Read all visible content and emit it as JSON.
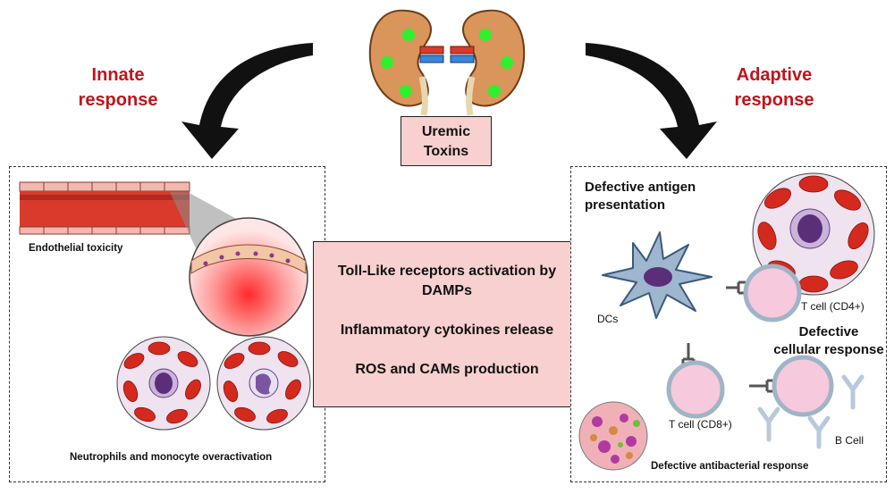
{
  "headings": {
    "innate_line1": "Innate",
    "innate_line2": "response",
    "adaptive_line1": "Adaptive",
    "adaptive_line2": "response"
  },
  "source": {
    "line1": "Uremic",
    "line2": "Toxins"
  },
  "center": {
    "item1_line1": "Toll-Like receptors activation by",
    "item1_line2": "DAMPs",
    "item2": "Inflammatory cytokines release",
    "item3": "ROS and CAMs production"
  },
  "innate_panel": {
    "endothelial": "Endothelial toxicity",
    "neutrophils": "Neutrophils and monocyte overactivation"
  },
  "adaptive_panel": {
    "antigen_line1": "Defective antigen",
    "antigen_line2": "presentation",
    "dcs": "DCs",
    "tcell_cd4": "T cell (CD4+)",
    "cellular_line1": "Defective",
    "cellular_line2": "cellular response",
    "tcell_cd8": "T cell (CD8+)",
    "bcell": "B Cell",
    "antibacterial": "Defective antibacterial response"
  },
  "colors": {
    "heading_red": "#c0141c",
    "box_pink": "#f8d0d0",
    "kidney": "#d9955a",
    "vessel_red": "#d93a2b",
    "rbc_red": "#d42a1e",
    "cell_pink": "#f6c9dc",
    "cell_border": "#9fb4c7",
    "dc_blue": "#9fb6cf",
    "nucleus_purple": "#6a3d8a"
  }
}
